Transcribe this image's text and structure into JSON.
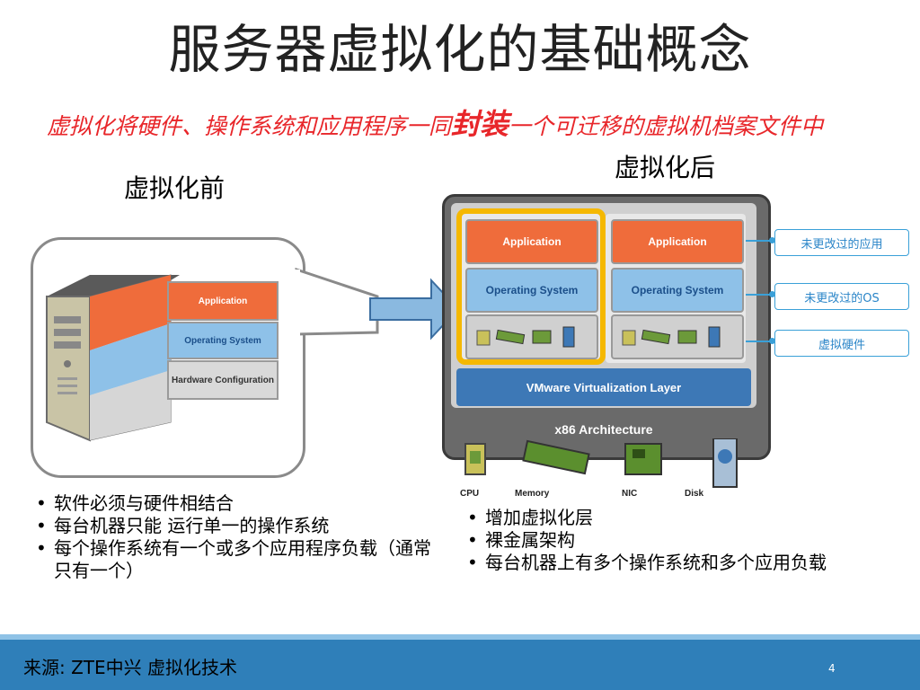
{
  "title": "服务器虚拟化的基础概念",
  "subtitle": {
    "part1": "虚拟化将硬件、操作系统和应用程序一同",
    "emphasis": "封装",
    "part2": "一个可迁移的虚拟机档案文件中"
  },
  "before_label": "虚拟化前",
  "after_label": "虚拟化后",
  "left_stack": {
    "application": "Application",
    "os": "Operating System",
    "hardware": "Hardware Configuration"
  },
  "right_stack": {
    "vm1": {
      "application": "Application",
      "os": "Operating System"
    },
    "vm2": {
      "application": "Application",
      "os": "Operating System"
    },
    "virtualization_layer": "VMware Virtualization Layer",
    "architecture": "x86 Architecture",
    "hardware_labels": [
      "CPU",
      "Memory",
      "NIC",
      "Disk"
    ]
  },
  "callouts": [
    "未更改过的应用",
    "未更改过的OS",
    "虚拟硬件"
  ],
  "bullets_left": [
    "软件必须与硬件相结合",
    "每台机器只能  运行单一的操作系统",
    "每个操作系统有一个或多个应用程序负载（通常只有一个）"
  ],
  "bullets_right": [
    "增加虚拟化层",
    "裸金属架构",
    "每台机器上有多个操作系统和多个应用负载"
  ],
  "footer": {
    "source": "来源: ZTE中兴 虚拟化技术",
    "page": "4"
  },
  "colors": {
    "accent_red": "#e8262a",
    "app_orange": "#ef6c3b",
    "os_blue": "#8ec1e8",
    "layer_blue": "#3d78b6",
    "highlight": "#f5b800",
    "footer_blue": "#2f7fb9"
  }
}
